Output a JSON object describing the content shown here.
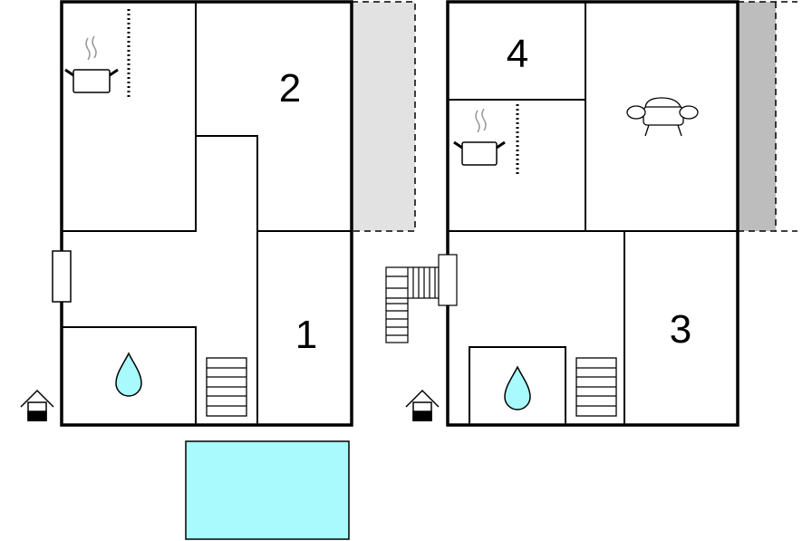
{
  "floor_plan": {
    "left_floor": {
      "rooms": [
        {
          "id": "kitchen",
          "label": ""
        },
        {
          "id": "room-2",
          "label": "2"
        },
        {
          "id": "room-1",
          "label": "1"
        },
        {
          "id": "bathroom",
          "label": ""
        },
        {
          "id": "hall",
          "label": ""
        }
      ],
      "terrace_shade": "#e2e2e2",
      "pool_color": "#a8fafd"
    },
    "right_floor": {
      "rooms": [
        {
          "id": "room-4",
          "label": "4"
        },
        {
          "id": "kitchenette",
          "label": ""
        },
        {
          "id": "living-room",
          "label": ""
        },
        {
          "id": "room-3",
          "label": "3"
        },
        {
          "id": "bathroom",
          "label": ""
        }
      ],
      "terrace_shade": "#bdbdbd"
    },
    "icons": [
      "cooking-pot-icon",
      "water-drop-icon",
      "stairs-icon",
      "sofa-icon",
      "entrance-icon",
      "pool"
    ],
    "colors": {
      "water": "#a8fafd",
      "wall": "#000000"
    }
  }
}
